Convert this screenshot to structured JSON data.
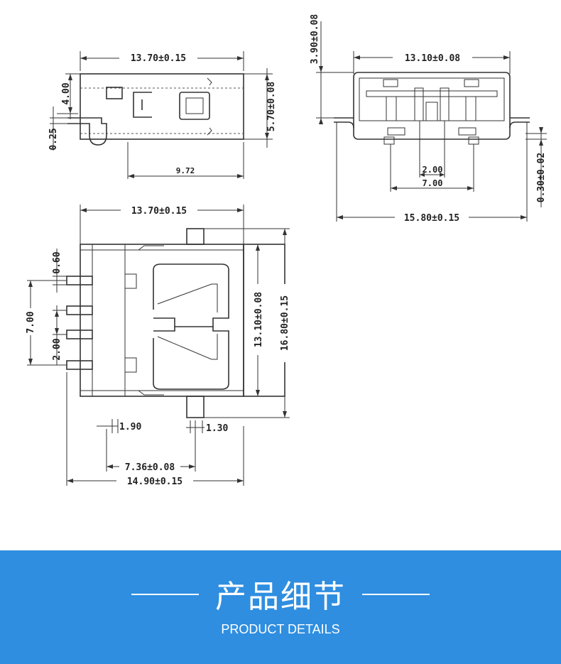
{
  "colors": {
    "banner": "#2f8ee0",
    "line": "#333333",
    "text": "#ffffff"
  },
  "top_left_view": {
    "width_label": "13.70±0.15",
    "height_label": "4.00",
    "offset_label": "0.25",
    "right_height_label": "5.70±0.08",
    "depth_label": "9.72"
  },
  "top_right_view": {
    "height_label": "3.90±0.08",
    "opening_label": "13.10±0.08",
    "pitch_label": "2.00",
    "span_label": "7.00",
    "thickness_label": "0.30±0.02",
    "overall_label": "15.80±0.15"
  },
  "bottom_view": {
    "top_width_label": "13.70±0.15",
    "pin_width_label": "0.60",
    "pin_span_label": "7.00",
    "pin_pitch_label": "2.00",
    "body_width_label": "13.10±0.08",
    "overall_width_label": "16.80±0.15",
    "pin_offset_label": "1.90",
    "tab_width_label": "1.30",
    "tab_pos_label": "7.36±0.08",
    "overall_length_label": "14.90±0.15"
  },
  "banner": {
    "title": "产品细节",
    "subtitle": "PRODUCT DETAILS"
  }
}
